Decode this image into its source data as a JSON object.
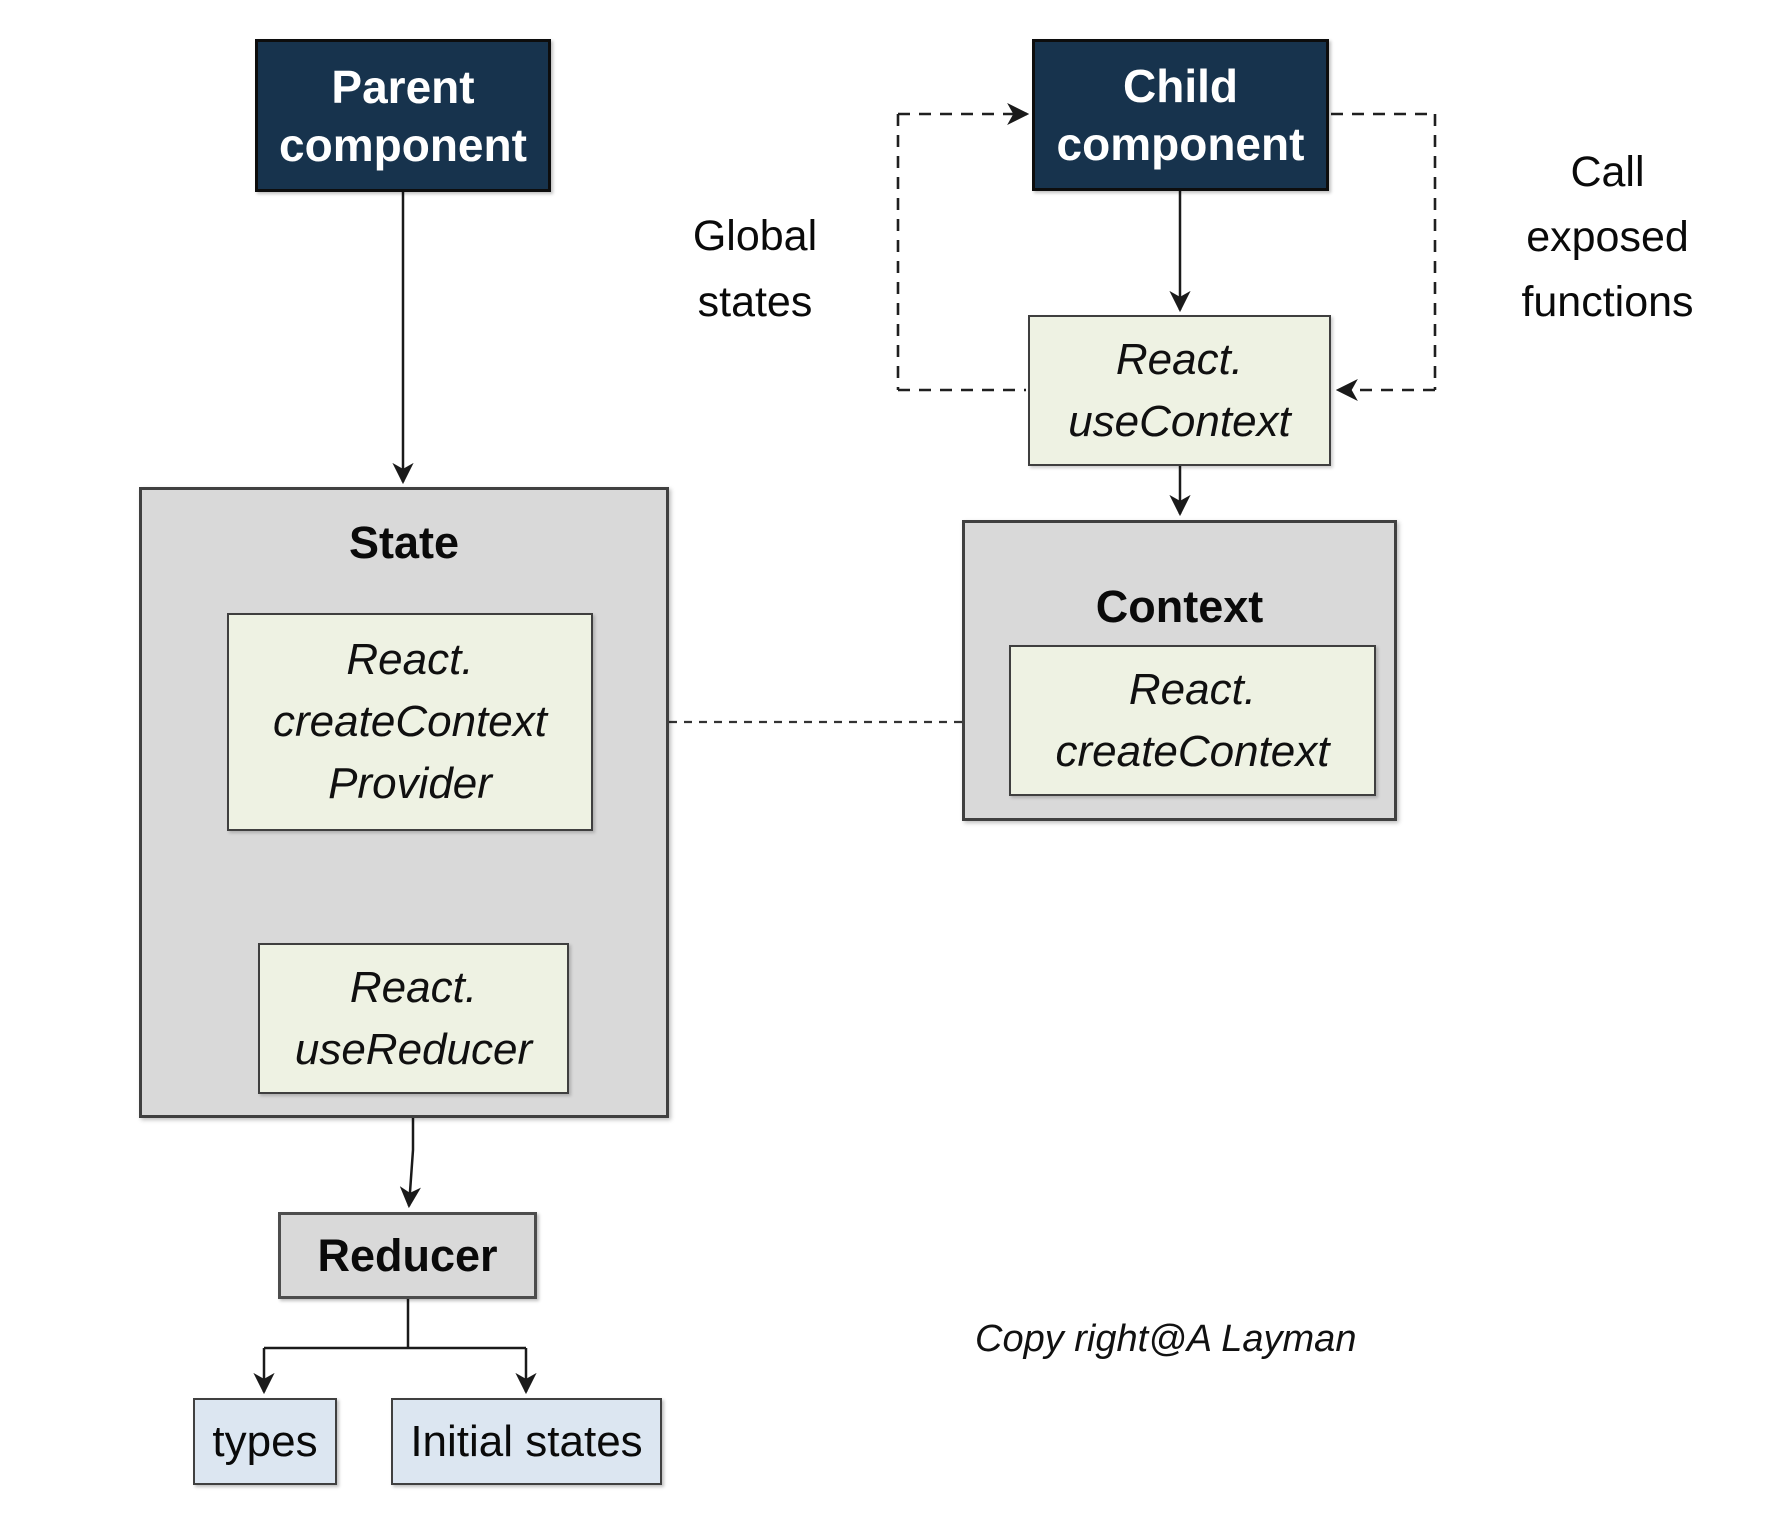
{
  "nodes": {
    "parent_component": {
      "label": "Parent\ncomponent"
    },
    "child_component": {
      "label": "Child\ncomponent"
    },
    "react_use_context": {
      "label": "React.\nuseContext"
    },
    "state_group": {
      "label": "State"
    },
    "react_create_context_provider": {
      "label": "React.\ncreateContext\nProvider"
    },
    "react_use_reducer": {
      "label": "React.\nuseReducer"
    },
    "context_group": {
      "label": "Context"
    },
    "react_create_context": {
      "label": "React.\ncreateContext"
    },
    "reducer": {
      "label": "Reducer"
    },
    "types": {
      "label": "types"
    },
    "initial_states": {
      "label": "Initial states"
    }
  },
  "annotations": {
    "global_states": "Global\nstates",
    "call_exposed_functions": "Call\nexposed\nfunctions",
    "copyright": "Copy right@A Layman"
  },
  "colors": {
    "component_fill": "#17334d",
    "component_text": "#ffffff",
    "hook_fill": "#eef2e3",
    "group_fill": "#d9d9d9",
    "leaf_fill": "#dce6f1",
    "line": "#1a1a1a",
    "background": "#ffffff"
  }
}
